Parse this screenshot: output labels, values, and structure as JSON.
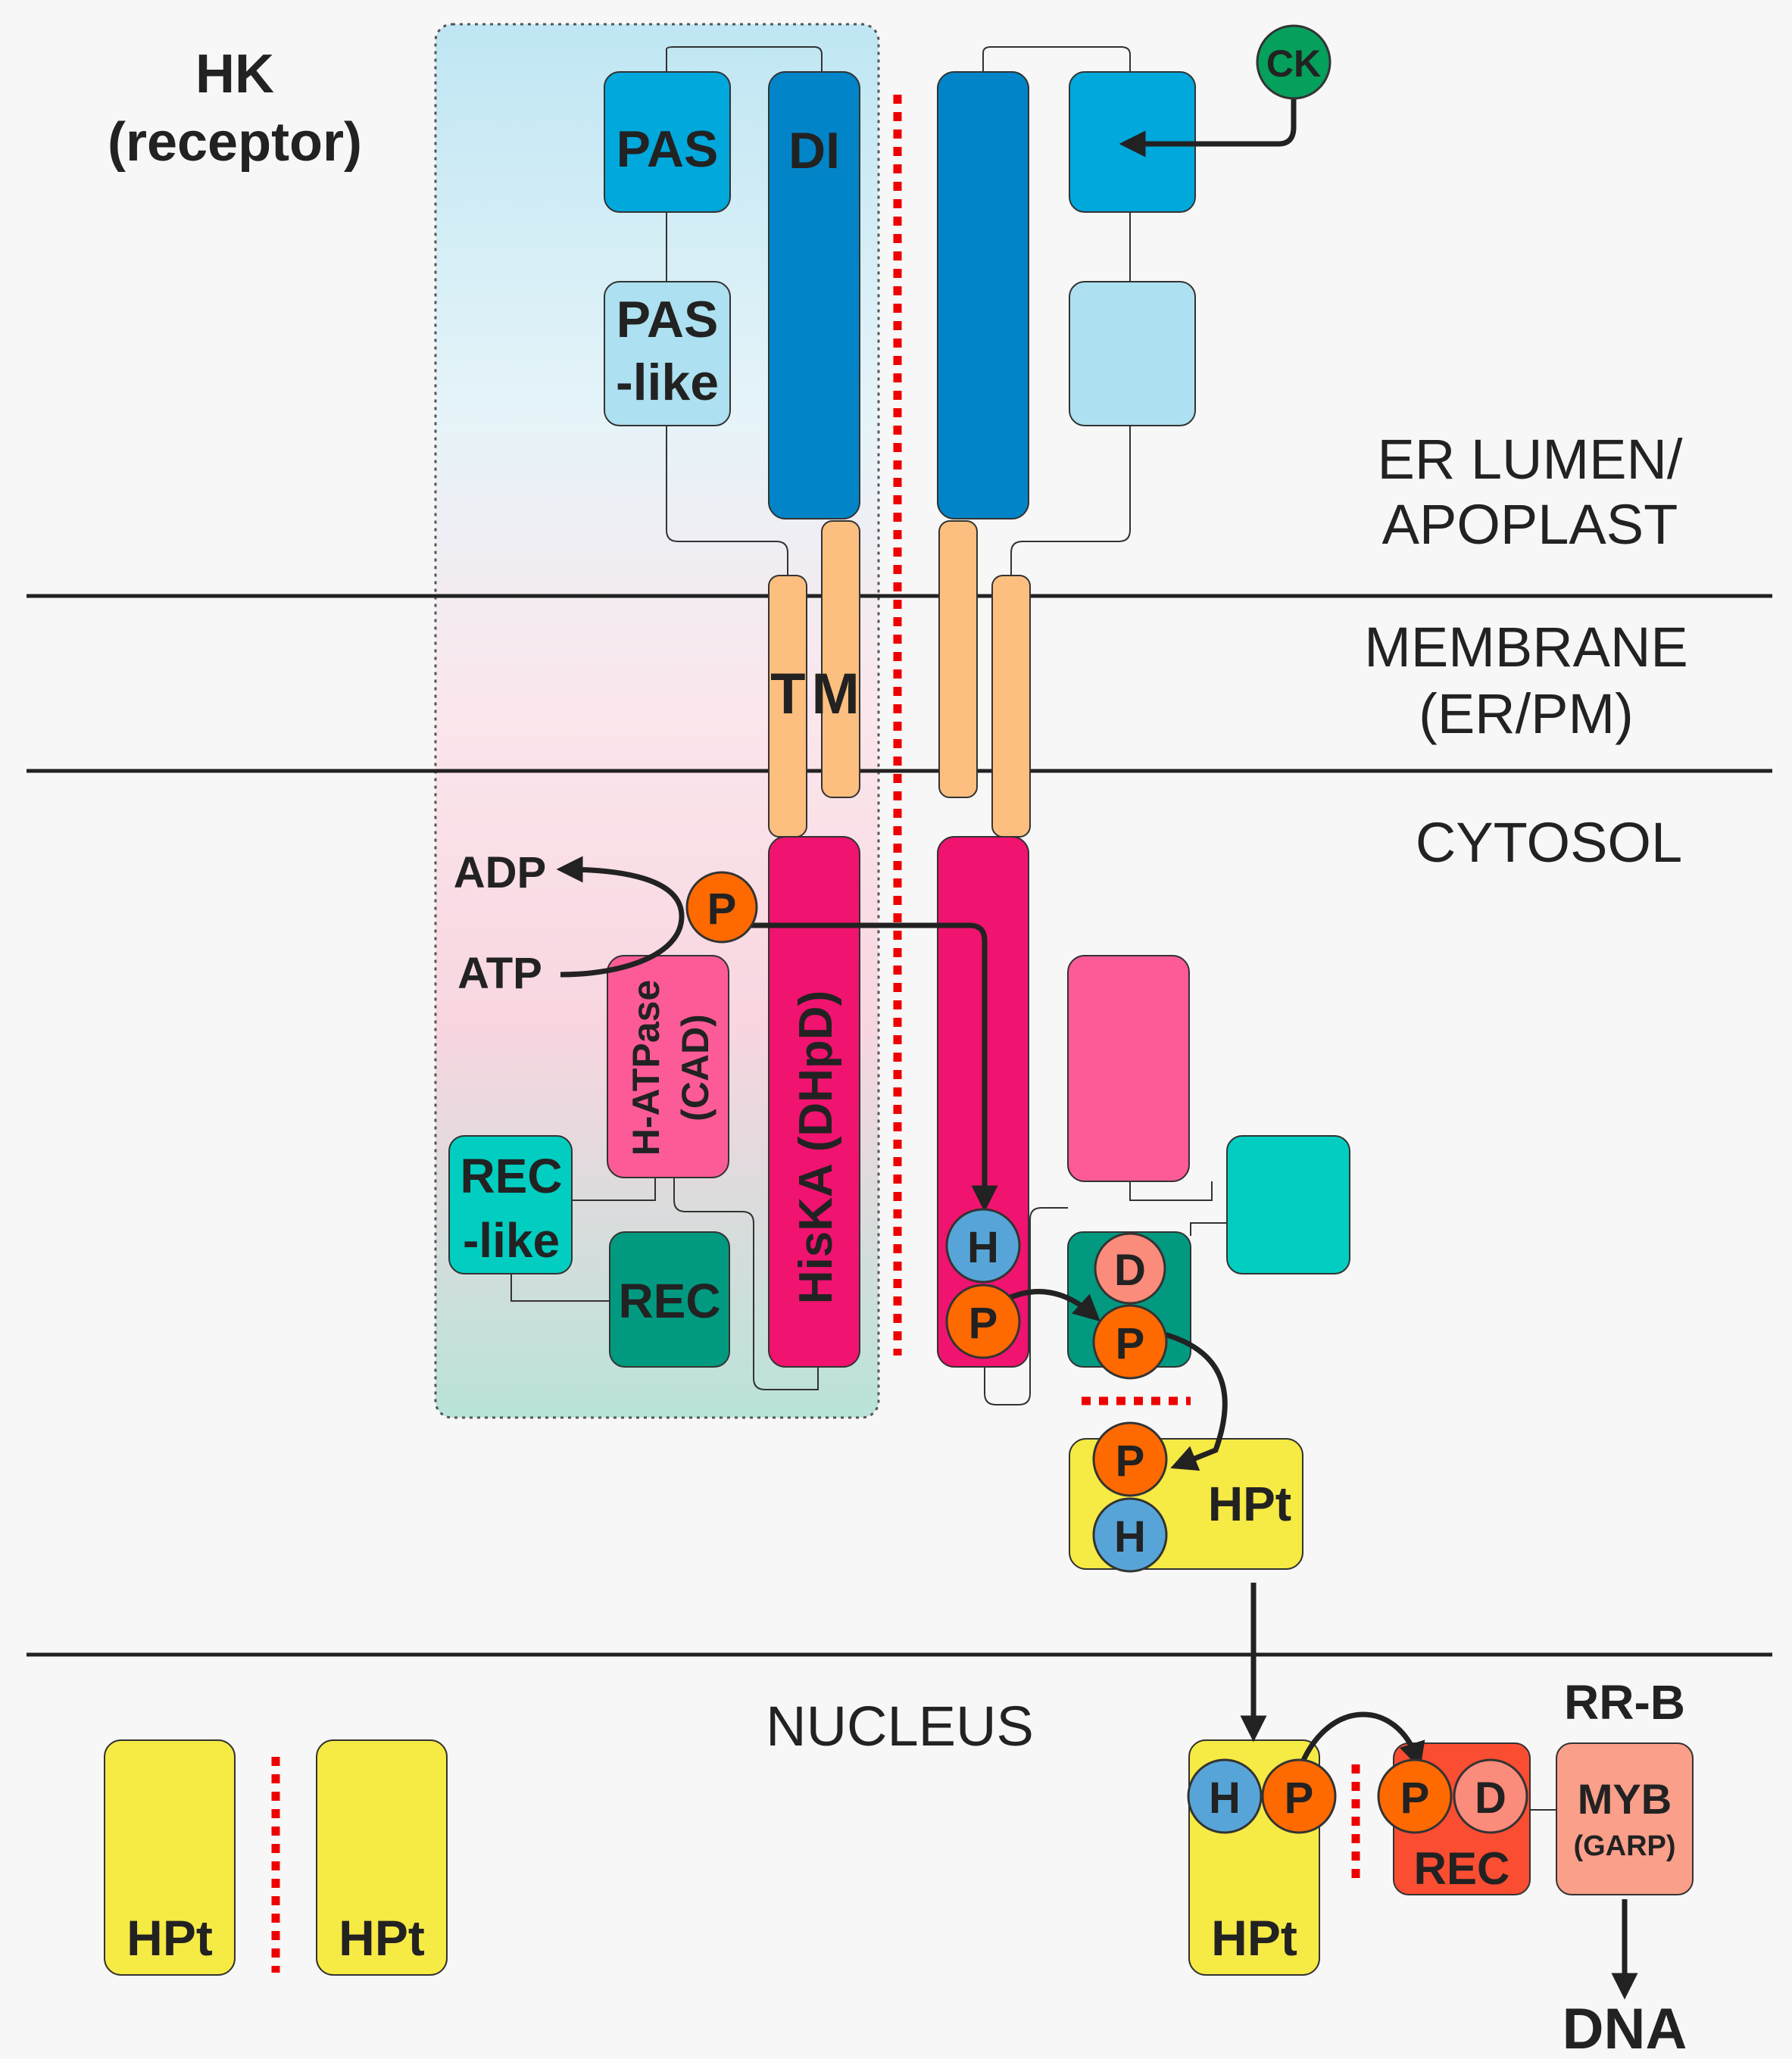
{
  "title": {
    "line1": "HK",
    "line2": "(receptor)"
  },
  "zones": {
    "lumen_line1": "ER LUMEN/",
    "lumen_line2": "APOPLAST",
    "membrane_line1": "MEMBRANE",
    "membrane_line2": "(ER/PM)",
    "cytosol": "CYTOSOL",
    "nucleus": "NUCLEUS"
  },
  "domains": {
    "pas": "PAS",
    "pas_like_line1": "PAS",
    "pas_like_line2": "-like",
    "di": "DI",
    "tm": "TM",
    "hatpase_line1": "H-ATPase",
    "hatpase_line2": "(CAD)",
    "hiska": "HisKA (DHpD)",
    "rec_like_line1": "REC",
    "rec_like_line2": "-like",
    "rec": "REC",
    "hpt": "HPt",
    "myb": "MYB",
    "garp": "(GARP)",
    "rrb": "RR-B",
    "dna": "DNA"
  },
  "ligand": "CK",
  "residues": {
    "his": "H",
    "asp": "D",
    "phos": "P"
  },
  "nucleotides": {
    "adp": "ADP",
    "atp": "ATP"
  },
  "colors": {
    "lumen_bg": "#f7f7f7",
    "pas": "#00a8dc",
    "pas_like": "#ade0f0",
    "di": "#0285c8",
    "tm": "#fcbf7f",
    "hiska": "#f0136f",
    "hatpase": "#fd5b97",
    "rec": "#019a80",
    "rec_like": "#01cec0",
    "hpt": "#f6ea45",
    "rec_nuclear": "#fa4d32",
    "myb": "#f99f8a",
    "his": "#57a5d8",
    "asp": "#fb8b7a",
    "phos": "#ff6a00",
    "ck": "#05a05b",
    "dimer_line": "#ee0000"
  }
}
